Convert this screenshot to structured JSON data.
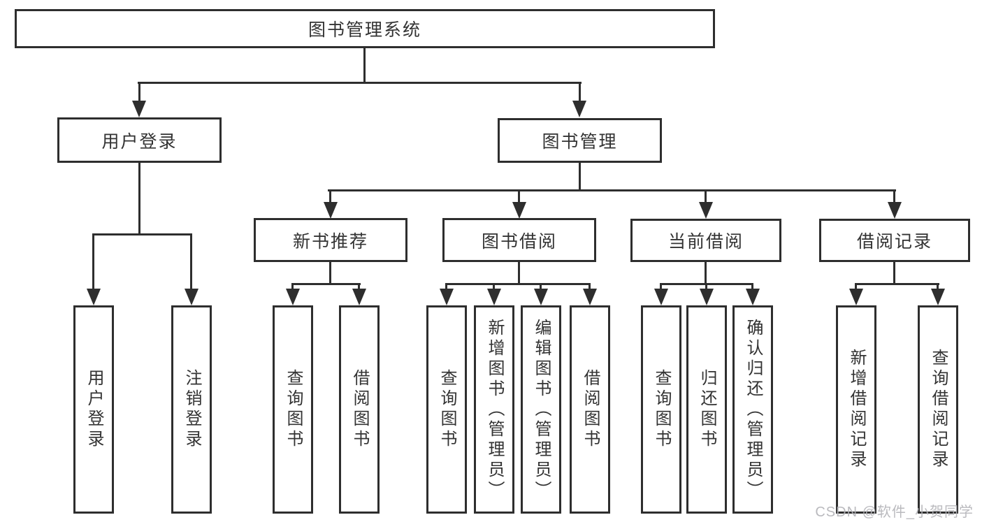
{
  "tree": {
    "root": "图书管理系统",
    "branches": [
      {
        "label": "用户登录",
        "leaves": [
          "用户登录",
          "注销登录"
        ]
      },
      {
        "label": "图书管理",
        "groups": [
          {
            "label": "新书推荐",
            "leaves": [
              "查询图书",
              "借阅图书"
            ]
          },
          {
            "label": "图书借阅",
            "leaves": [
              "查询图书",
              "新增图书（管理员）",
              "编辑图书（管理员）",
              "借阅图书"
            ]
          },
          {
            "label": "当前借阅",
            "leaves": [
              "查询图书",
              "归还图书",
              "确认归还（管理员）"
            ]
          },
          {
            "label": "借阅记录",
            "leaves": [
              "新增借阅记录",
              "查询借阅记录"
            ]
          }
        ]
      }
    ]
  },
  "watermark": {
    "text": "CSDN @软件_小贺同学"
  },
  "colors": {
    "line": "#2e2e2e",
    "text": "#333333",
    "watermark": "#b3b3b8",
    "background": "#ffffff"
  }
}
